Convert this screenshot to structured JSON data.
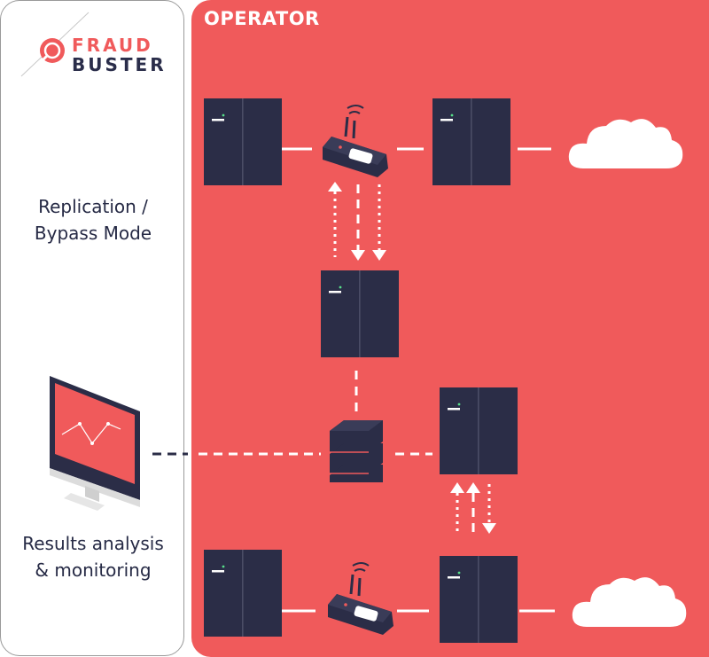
{
  "operator": {
    "title": "OPERATOR"
  },
  "brand": {
    "line1": "FRAUD",
    "line2": "BUSTER"
  },
  "captions": {
    "mode_line1": "Replication /",
    "mode_line2": "Bypass Mode",
    "results_line1": "Results analysis",
    "results_line2": "& monitoring"
  },
  "colors": {
    "operator_red": "#f05a5b",
    "server_navy": "#2b2d47",
    "text_navy": "#262a45",
    "white": "#ffffff"
  },
  "icons": [
    "fraudbuster-logo-icon",
    "server-icon",
    "router-icon",
    "cloud-icon",
    "database-icon",
    "monitor-icon"
  ]
}
